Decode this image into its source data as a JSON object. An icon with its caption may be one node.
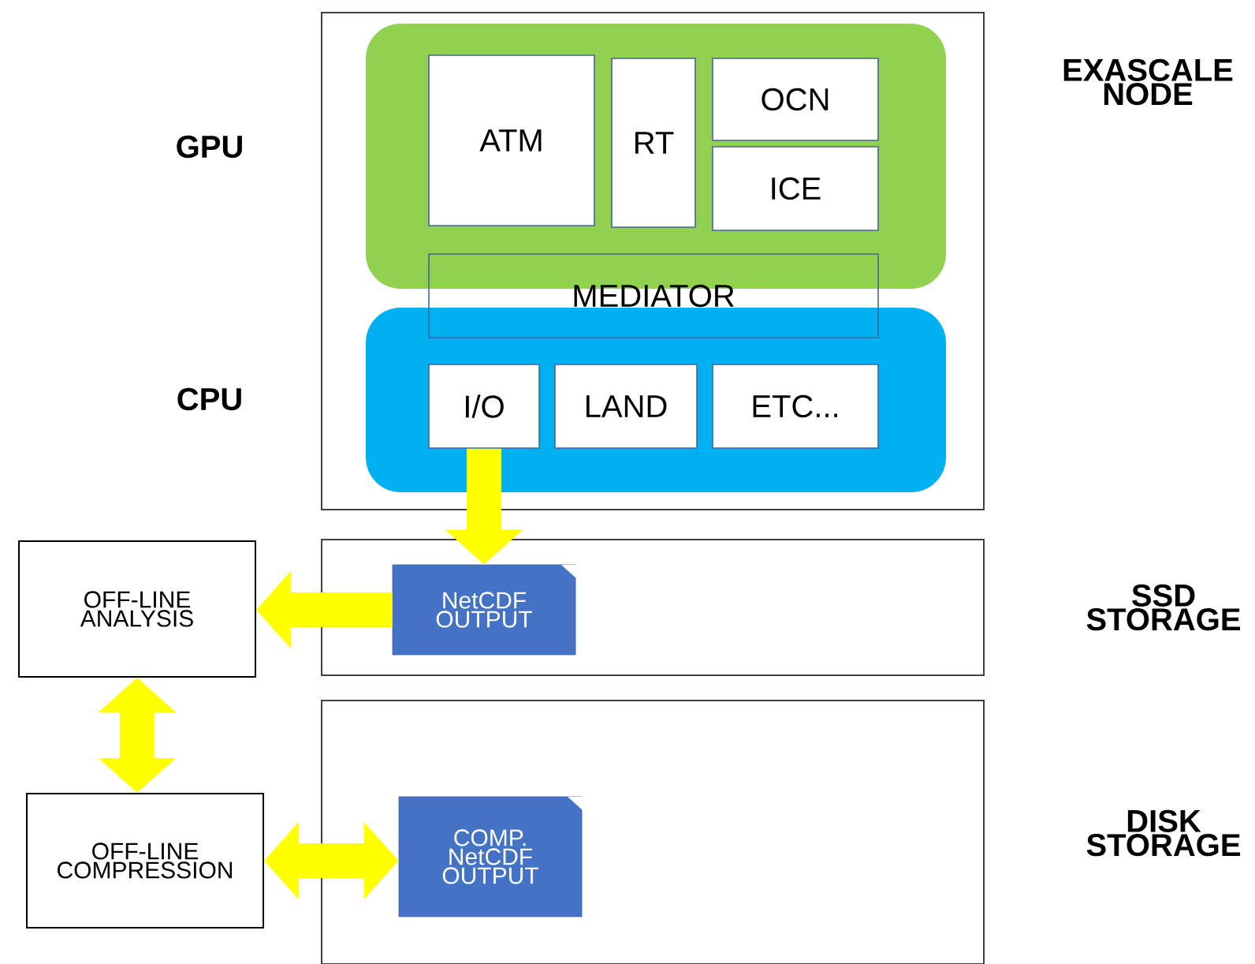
{
  "diagram": {
    "nodes": [
      {
        "text": [
          "EXASCALE NODE"
        ]
      },
      {
        "text": [],
        "shape": "box",
        "in": 0
      },
      {
        "text": [
          "ATM"
        ],
        "in": 1
      },
      {
        "text": [
          "RT"
        ],
        "in": 1
      },
      {
        "text": [
          "OCN"
        ],
        "in": 1
      },
      {
        "text": [
          "ICE"
        ],
        "in": 1
      },
      {
        "text": [],
        "shape": "box",
        "in": 0
      },
      {
        "text": [
          "MEDIATOR"
        ],
        "in": 0
      },
      {
        "text": [
          "I/O"
        ],
        "in": 6
      },
      {
        "text": [
          "LAND"
        ],
        "in": 6
      },
      {
        "text": [
          "ETC..."
        ],
        "in": 6
      },
      {
        "text": [
          "SSD STORAGE"
        ]
      },
      {
        "text": [
          "NetCDF OUTPUT"
        ],
        "in": 11
      },
      {
        "text": [
          "OFF-LINE ANALYSIS"
        ]
      },
      {
        "text": [
          "OFF-LINE COMPRESSION"
        ]
      },
      {
        "text": [
          "DISK STORAGE"
        ]
      },
      {
        "text": [
          "COMP. NetCDF OUTPUT"
        ],
        "in": 15
      }
    ],
    "edges": [
      {
        "from": 8,
        "to": 12,
        "arrow": "to"
      },
      {
        "from": 12,
        "to": 13,
        "arrow": "to"
      },
      {
        "from": 13,
        "to": 14,
        "arrow": "both"
      },
      {
        "from": 14,
        "to": 16,
        "arrow": "both"
      }
    ],
    "labels": [
      "GPU",
      "CPU"
    ]
  }
}
